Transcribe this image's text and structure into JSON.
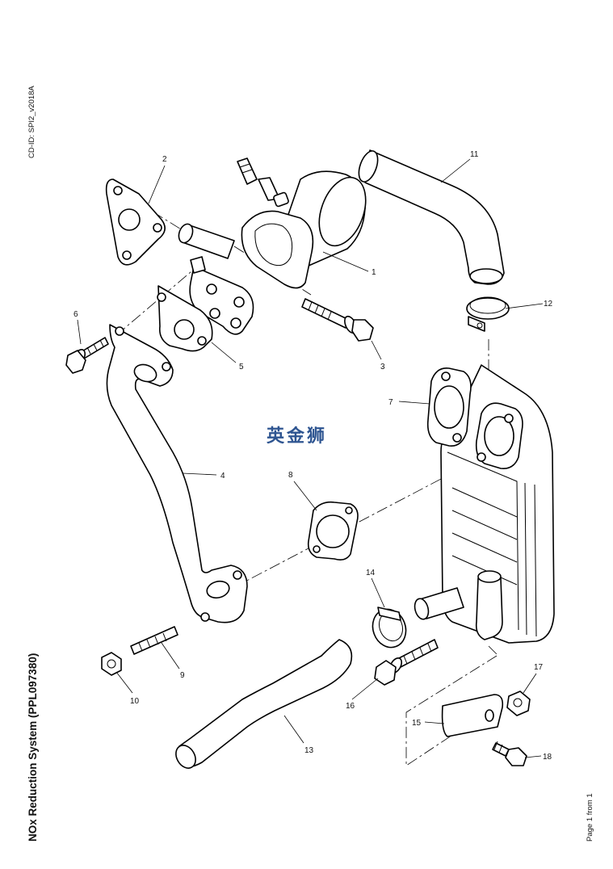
{
  "document": {
    "cd_id": "CD-ID: SPI2_v2018A",
    "title": "NOx Reduction System (PPL097380)",
    "page": "Page 1 from 1",
    "watermark": "英金狮"
  },
  "callouts": [
    {
      "id": "1"
    },
    {
      "id": "2"
    },
    {
      "id": "3"
    },
    {
      "id": "4"
    },
    {
      "id": "5"
    },
    {
      "id": "6"
    },
    {
      "id": "7"
    },
    {
      "id": "8"
    },
    {
      "id": "9"
    },
    {
      "id": "10"
    },
    {
      "id": "11"
    },
    {
      "id": "12"
    },
    {
      "id": "13"
    },
    {
      "id": "14"
    },
    {
      "id": "15"
    },
    {
      "id": "16"
    },
    {
      "id": "17"
    },
    {
      "id": "18"
    }
  ]
}
